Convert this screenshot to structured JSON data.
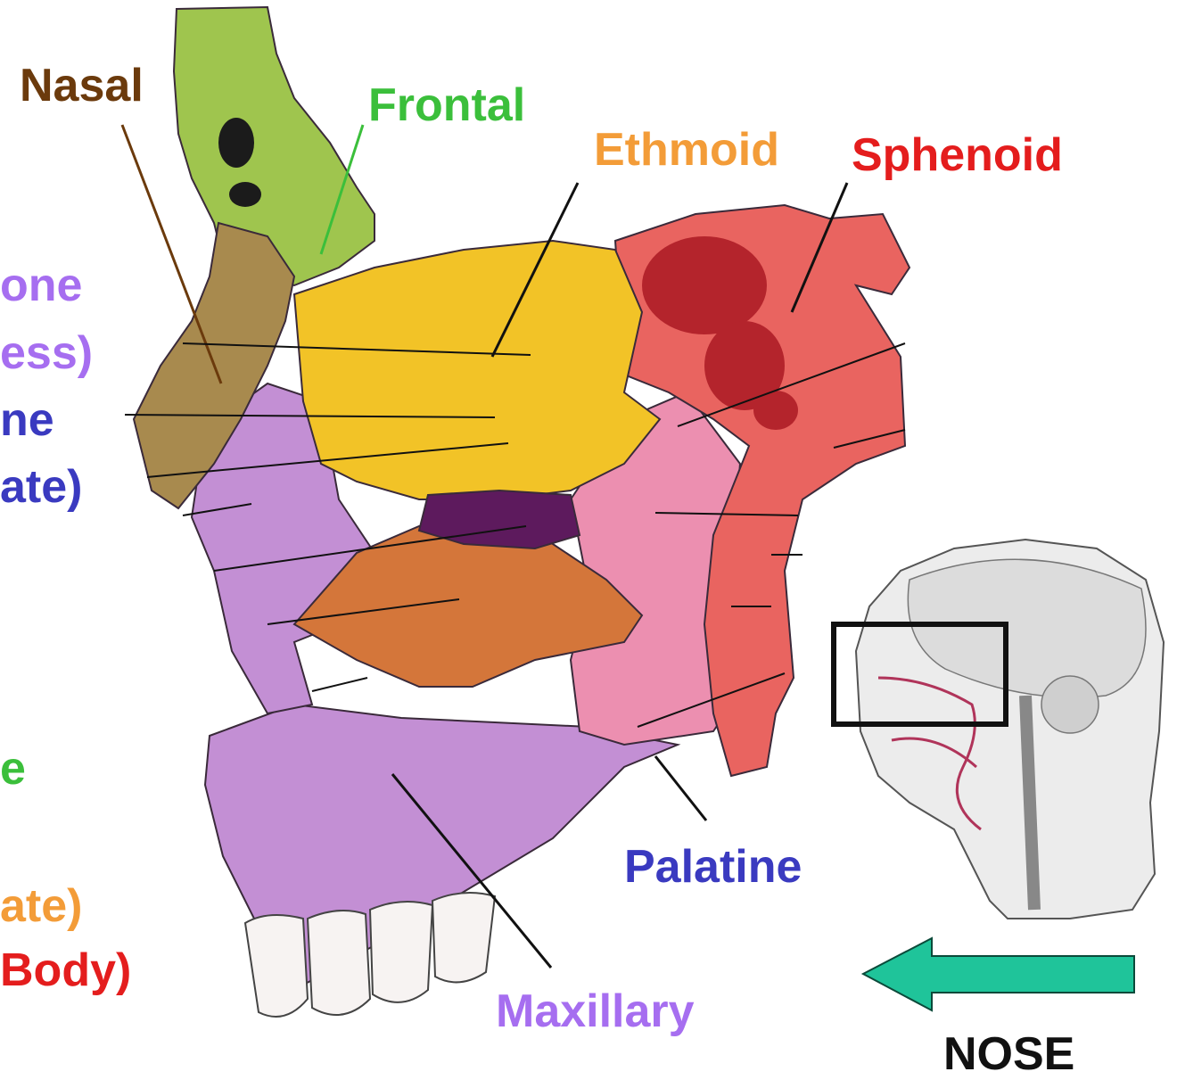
{
  "labels": {
    "nasal": "Nasal",
    "frontal": "Frontal",
    "ethmoid": "Ethmoid",
    "sphenoid": "Sphenoid",
    "palatine": "Palatine",
    "maxillary": "Maxillary",
    "nose": "NOSE"
  },
  "cropped_left_labels": [
    "one",
    "ess)",
    "ne",
    "ate)",
    "e",
    "ate)",
    "Body)"
  ],
  "colors": {
    "nasal": "#6b3a0c",
    "frontal": "#3bbf3b",
    "ethmoid": "#f39c38",
    "sphenoid": "#e41d1d",
    "palatine": "#3a3ac0",
    "maxillary": "#a66ef0",
    "cropped_left": [
      "#a66ef0",
      "#a66ef0",
      "#3a3ac0",
      "#3a3ac0",
      "#3bbf3b",
      "#f39c38",
      "#e41d1d"
    ],
    "arrow": "#1fc49a",
    "nose": "#111111"
  },
  "icons": {
    "arrow": "arrow-left-icon",
    "inset": "head-sagittal-section-icon"
  }
}
